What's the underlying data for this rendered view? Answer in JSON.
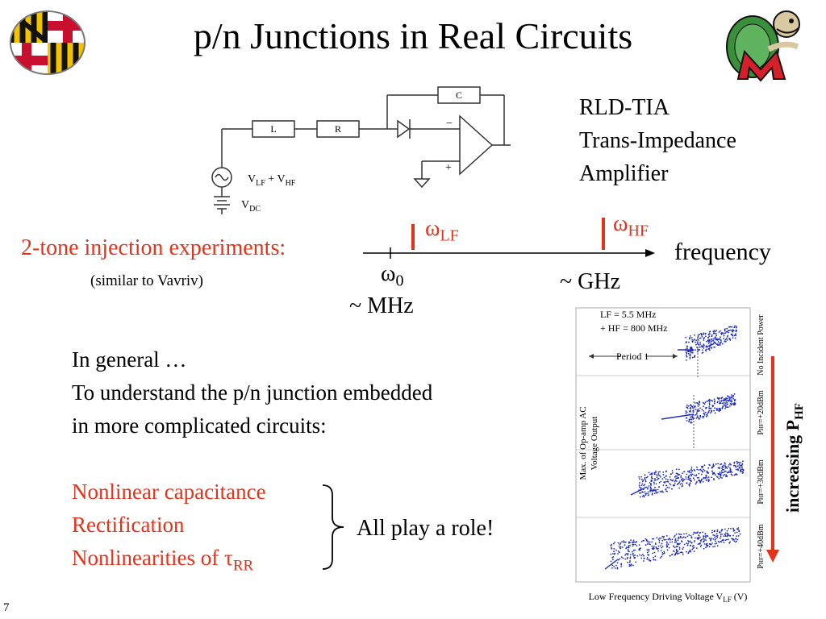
{
  "title": "p/n Junctions in Real Circuits",
  "amplifier_label": [
    "RLD-TIA",
    "Trans-Impedance",
    "Amplifier"
  ],
  "circuit": {
    "capacitor": "C",
    "inductor": "L",
    "resistor": "R",
    "opamp_minus": "−",
    "opamp_plus": "+",
    "source_main": "V",
    "source_lf_sub": "LF",
    "source_plus": " + V",
    "source_hf_sub": "HF",
    "dc_main": "V",
    "dc_sub": "DC"
  },
  "experiment": {
    "heading": "2-tone injection experiments:",
    "note": "(similar to Vavriv)",
    "axis_label": "frequency",
    "omega": "ω",
    "w0_sub": "0",
    "wlf_sub": "LF",
    "whf_sub": "HF",
    "mhz": "~ MHz",
    "ghz": "~ GHz"
  },
  "general": {
    "line1": "In general …",
    "line2": "To understand the p/n junction embedded",
    "line3": "in more complicated circuits:"
  },
  "effects": {
    "items": [
      "Nonlinear capacitance",
      "Rectification"
    ],
    "item3_main": "Nonlinearities of ",
    "item3_tau": "τ",
    "item3_sub": "RR",
    "summary": "All play a role!"
  },
  "figure": {
    "legend_lf": "LF = 5.5 MHz",
    "legend_hf": "+ HF = 800 MHz",
    "period": "Period 1",
    "ylabel_1": "Max. of  Op-amp AC",
    "ylabel_2": "Voltage Output",
    "xlabel_main": "Low Frequency Driving Voltage V",
    "xlabel_sub": "LF",
    "xlabel_unit": " (V)",
    "panel_1": "No Incident Power",
    "panel_2": "P",
    "panel_2_sub": "HF",
    "panel_2_val": "=+20dBm",
    "panel_3_val": "=+30dBm",
    "panel_4_val": "=+40dBm",
    "arrow_main": "increasing P",
    "arrow_sub": "HF",
    "arrow_color": "#e4321b",
    "scatter_color": "#1e2dbf"
  },
  "page_number": "7"
}
